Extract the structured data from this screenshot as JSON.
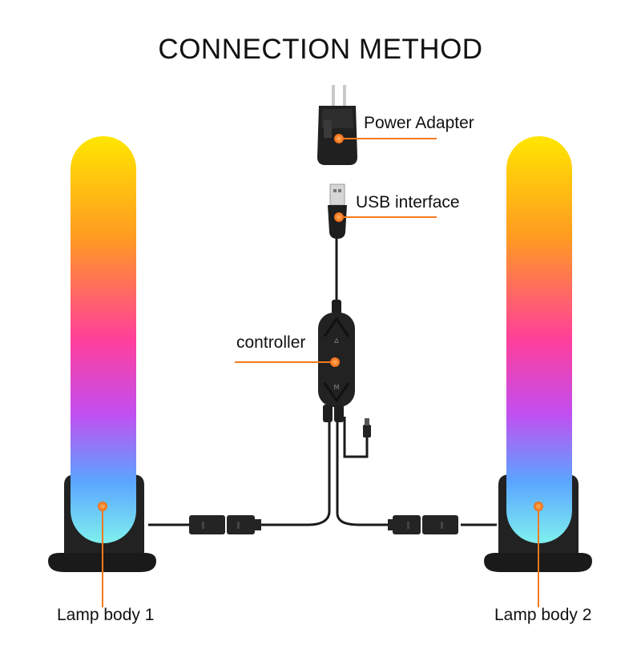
{
  "title": "CONNECTION METHOD",
  "labels": {
    "power_adapter": "Power Adapter",
    "usb_interface": "USB interface",
    "controller": "controller",
    "lamp1": "Lamp body 1",
    "lamp2": "Lamp body 2"
  },
  "controller_marks": {
    "top": "ᐃ",
    "bottom": "M"
  },
  "colors": {
    "accent_orange": "#f47a1f",
    "lamp_gradient": [
      "#ffe600",
      "#ff9a22",
      "#ff3f9b",
      "#c34ef0",
      "#5aa6ff",
      "#7ff0ee"
    ],
    "device_black": "#1c1c1c"
  },
  "icons": [
    "power-plug-icon",
    "usb-connector-icon",
    "controller-remote-icon",
    "cable-connector-icon",
    "lamp-base-icon"
  ]
}
